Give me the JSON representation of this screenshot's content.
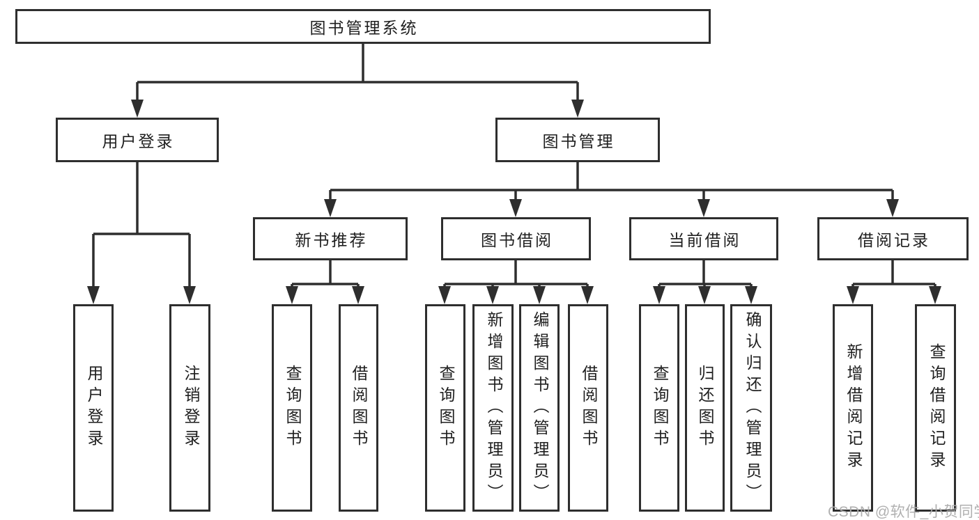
{
  "tree": {
    "root": {
      "label": "图书管理系统"
    },
    "level2": [
      {
        "label": "用户登录",
        "children": [
          "用户登录",
          "注销登录"
        ]
      },
      {
        "label": "图书管理",
        "children": [
          {
            "label": "新书推荐",
            "children": [
              "查询图书",
              "借阅图书"
            ]
          },
          {
            "label": "图书借阅",
            "children": [
              "查询图书",
              "新增图书（管理员）",
              "编辑图书（管理员）",
              "借阅图书"
            ]
          },
          {
            "label": "当前借阅",
            "children": [
              "查询图书",
              "归还图书",
              "确认归还（管理员）"
            ]
          },
          {
            "label": "借阅记录",
            "children": [
              "新增借阅记录",
              "查询借阅记录"
            ]
          }
        ]
      }
    ]
  },
  "colors": {
    "line": "#2e2e2e",
    "border": "#2e2e2e",
    "text": "#1f1f1f",
    "watermark": "#acacac",
    "background": "#ffffff"
  },
  "watermark": {
    "text": "CSDN @软件_小贺同学"
  }
}
